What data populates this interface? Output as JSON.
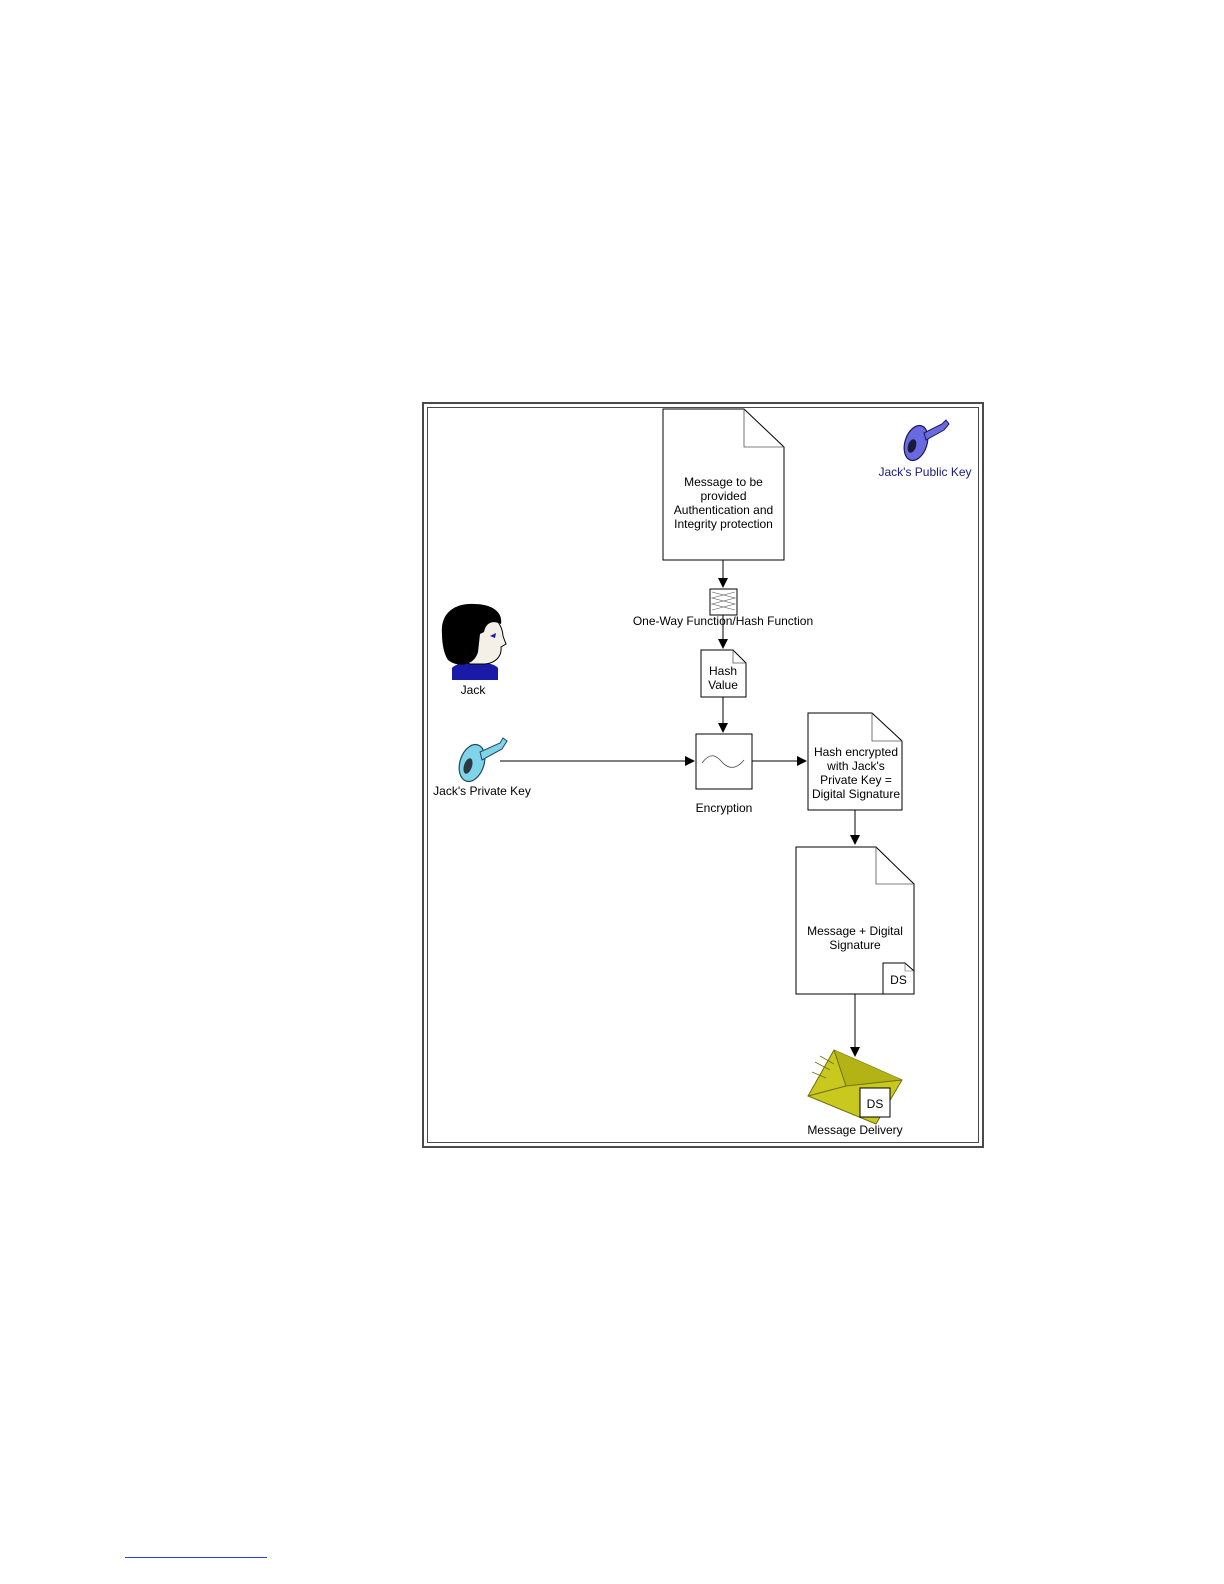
{
  "diagram": {
    "nodes": {
      "message_doc": "Message to be provided Authentication and Integrity protection",
      "hash_function": "One-Way Function/Hash Function",
      "hash_value": "Hash Value",
      "encryption": "Encryption",
      "digital_signature_doc": "Hash encrypted with Jack's Private Key = Digital Signature",
      "message_plus_signature": "Message + Digital Signature",
      "ds_badge": "DS",
      "envelope_badge": "DS",
      "message_delivery": "Message Delivery"
    },
    "actors": {
      "jack": "Jack",
      "private_key": "Jack's Private Key",
      "public_key": "Jack's Public Key"
    },
    "colors": {
      "public_key": "#6a6ae0",
      "private_key": "#7fd4ea",
      "envelope": "#c8c81e",
      "jack_shirt": "#1a1aa8",
      "label_blue": "#1a1a7a"
    }
  }
}
